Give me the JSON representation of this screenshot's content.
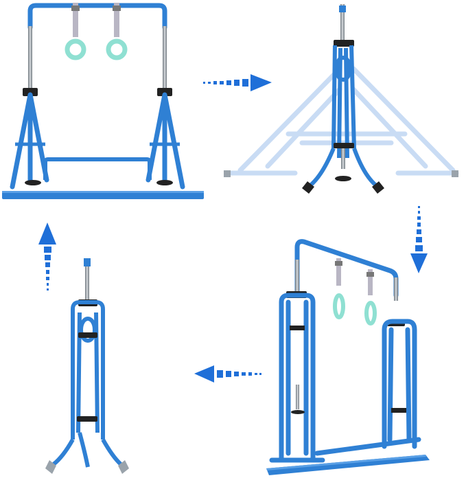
{
  "colors": {
    "frame_blue": "#2f80d4",
    "frame_dark": "#1d63b0",
    "ghost_blue": "#c9dcf4",
    "steel": "#9aa3ab",
    "ring_mint": "#8fe0d2",
    "strap_grey": "#b9b6c4",
    "cap_black": "#222222",
    "arrow_blue": "#1f6fd8"
  },
  "panels": [
    {
      "name": "assembled-bar-front",
      "state": "assembled"
    },
    {
      "name": "folding-bar-side",
      "state": "folding"
    },
    {
      "name": "assembled-bar-angle",
      "state": "assembled"
    },
    {
      "name": "folded-bar-side",
      "state": "folded"
    }
  ],
  "arrows": [
    {
      "name": "arrow-right",
      "direction": "right"
    },
    {
      "name": "arrow-down",
      "direction": "down"
    },
    {
      "name": "arrow-left",
      "direction": "left"
    },
    {
      "name": "arrow-up",
      "direction": "up"
    }
  ]
}
